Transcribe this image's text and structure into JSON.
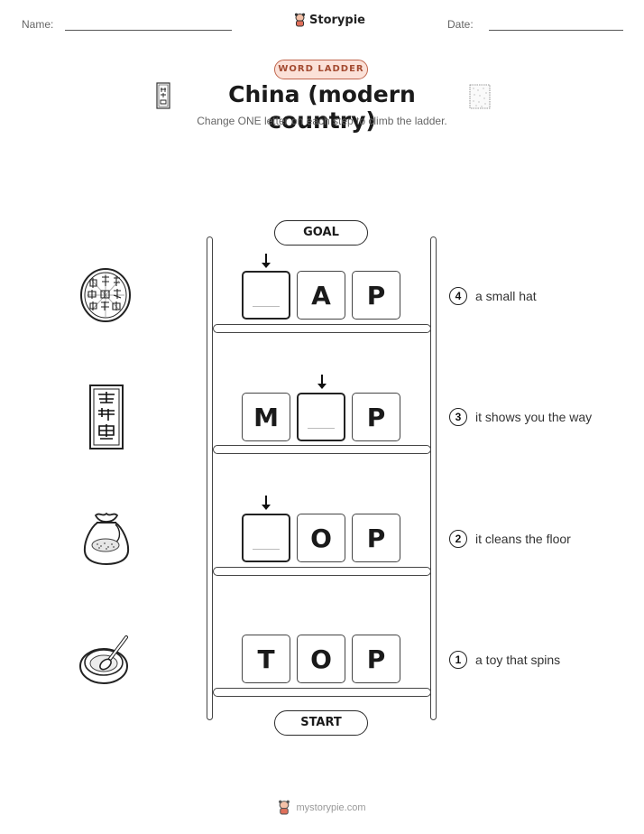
{
  "header": {
    "name_label": "Name:",
    "date_label": "Date:",
    "brand": "Storypie"
  },
  "badge": "WORD LADDER",
  "title": "China (modern country)",
  "subtitle": "Change ONE letter on each step to climb the ladder.",
  "goal_label": "GOAL",
  "start_label": "START",
  "rows": [
    {
      "number": "4",
      "letters": [
        "",
        "A",
        "P"
      ],
      "blank_index": 0,
      "clue": "a small hat",
      "icon": "round-seal-icon"
    },
    {
      "number": "3",
      "letters": [
        "M",
        "",
        "P"
      ],
      "blank_index": 1,
      "clue": "it shows you the way",
      "icon": "scroll-label-icon"
    },
    {
      "number": "2",
      "letters": [
        "",
        "O",
        "P"
      ],
      "blank_index": 0,
      "clue": "it cleans the floor",
      "icon": "sack-icon"
    },
    {
      "number": "1",
      "letters": [
        "T",
        "O",
        "P"
      ],
      "blank_index": -1,
      "clue": "a toy that spins",
      "icon": "bowl-spoon-icon"
    }
  ],
  "footer": "mystorypie.com"
}
